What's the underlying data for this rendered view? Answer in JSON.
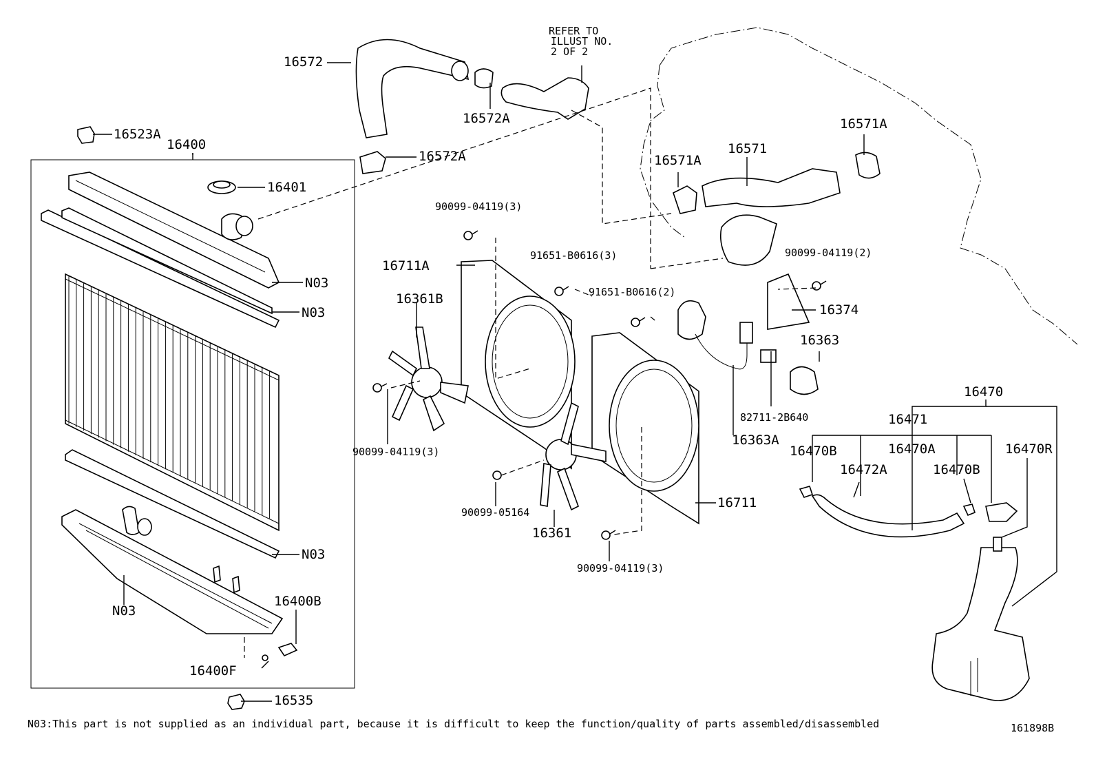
{
  "labels": {
    "p16572": "16572",
    "refer1": "REFER TO",
    "refer2": "ILLUST NO.",
    "refer3": "2 OF 2",
    "p16572A_top": "16572A",
    "p16572A_low": "16572A",
    "p16523A": "16523A",
    "p16400": "16400",
    "p16401": "16401",
    "n03_1": "N03",
    "n03_2": "N03",
    "n03_3": "N03",
    "n03_4": "N03",
    "p16400B": "16400B",
    "p16400F": "16400F",
    "p16535": "16535",
    "p16571A_l": "16571A",
    "p16571": "16571",
    "p16571A_r": "16571A",
    "b9009904119_3a": "90099-04119(3)",
    "b9009904119_3b": "90099-04119(3)",
    "b9009904119_3c": "90099-04119(3)",
    "b9009904119_2": "90099-04119(2)",
    "p16711A": "16711A",
    "p16361B": "16361B",
    "b91651_3": "91651-B0616(3)",
    "b91651_2": "91651-B0616(2)",
    "p16374": "16374",
    "p16363": "16363",
    "p827112B640": "82711-2B640",
    "p16363A": "16363A",
    "p9009905164": "90099-05164",
    "p16361": "16361",
    "p16711": "16711",
    "p16470": "16470",
    "p16471": "16471",
    "p16470B_l": "16470B",
    "p16470A": "16470A",
    "p16470R": "16470R",
    "p16472A": "16472A",
    "p16470B_r": "16470B"
  },
  "footnote": "N03:This part is not supplied as an individual part, because it is difficult to keep the function/quality of parts assembled/disassembled",
  "diagram_id": "161898B"
}
